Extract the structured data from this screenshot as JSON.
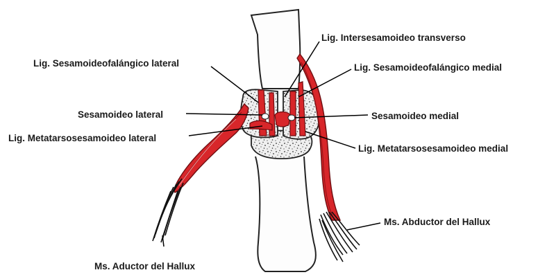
{
  "labels": {
    "lig_intersesamoideo": "Lig. Intersesamoideo transverso",
    "lig_sesamoideofalangico_lateral": "Lig. Sesamoideofalángico lateral",
    "lig_sesamoideofalangico_medial": "Lig. Sesamoideofalángico medial",
    "sesamoideo_lateral": "Sesamoideo lateral",
    "sesamoideo_medial": "Sesamoideo medial",
    "lig_metatarsosesamoideo_lateral": "Lig. Metatarsosesamoideo lateral",
    "lig_metatarsosesamoideo_medial": "Lig. Metatarsosesamoideo medial",
    "ms_abductor": "Ms. Abductor del Hallux",
    "ms_aductor": "Ms. Aductor del Hallux"
  },
  "colors": {
    "ligament": "#d8262a",
    "ligament_dark": "#8e1216",
    "muscle_tendon": "#111111",
    "bone_outline": "#222222",
    "sesamoid_fill": "#ececec",
    "leader_line": "#000000"
  }
}
